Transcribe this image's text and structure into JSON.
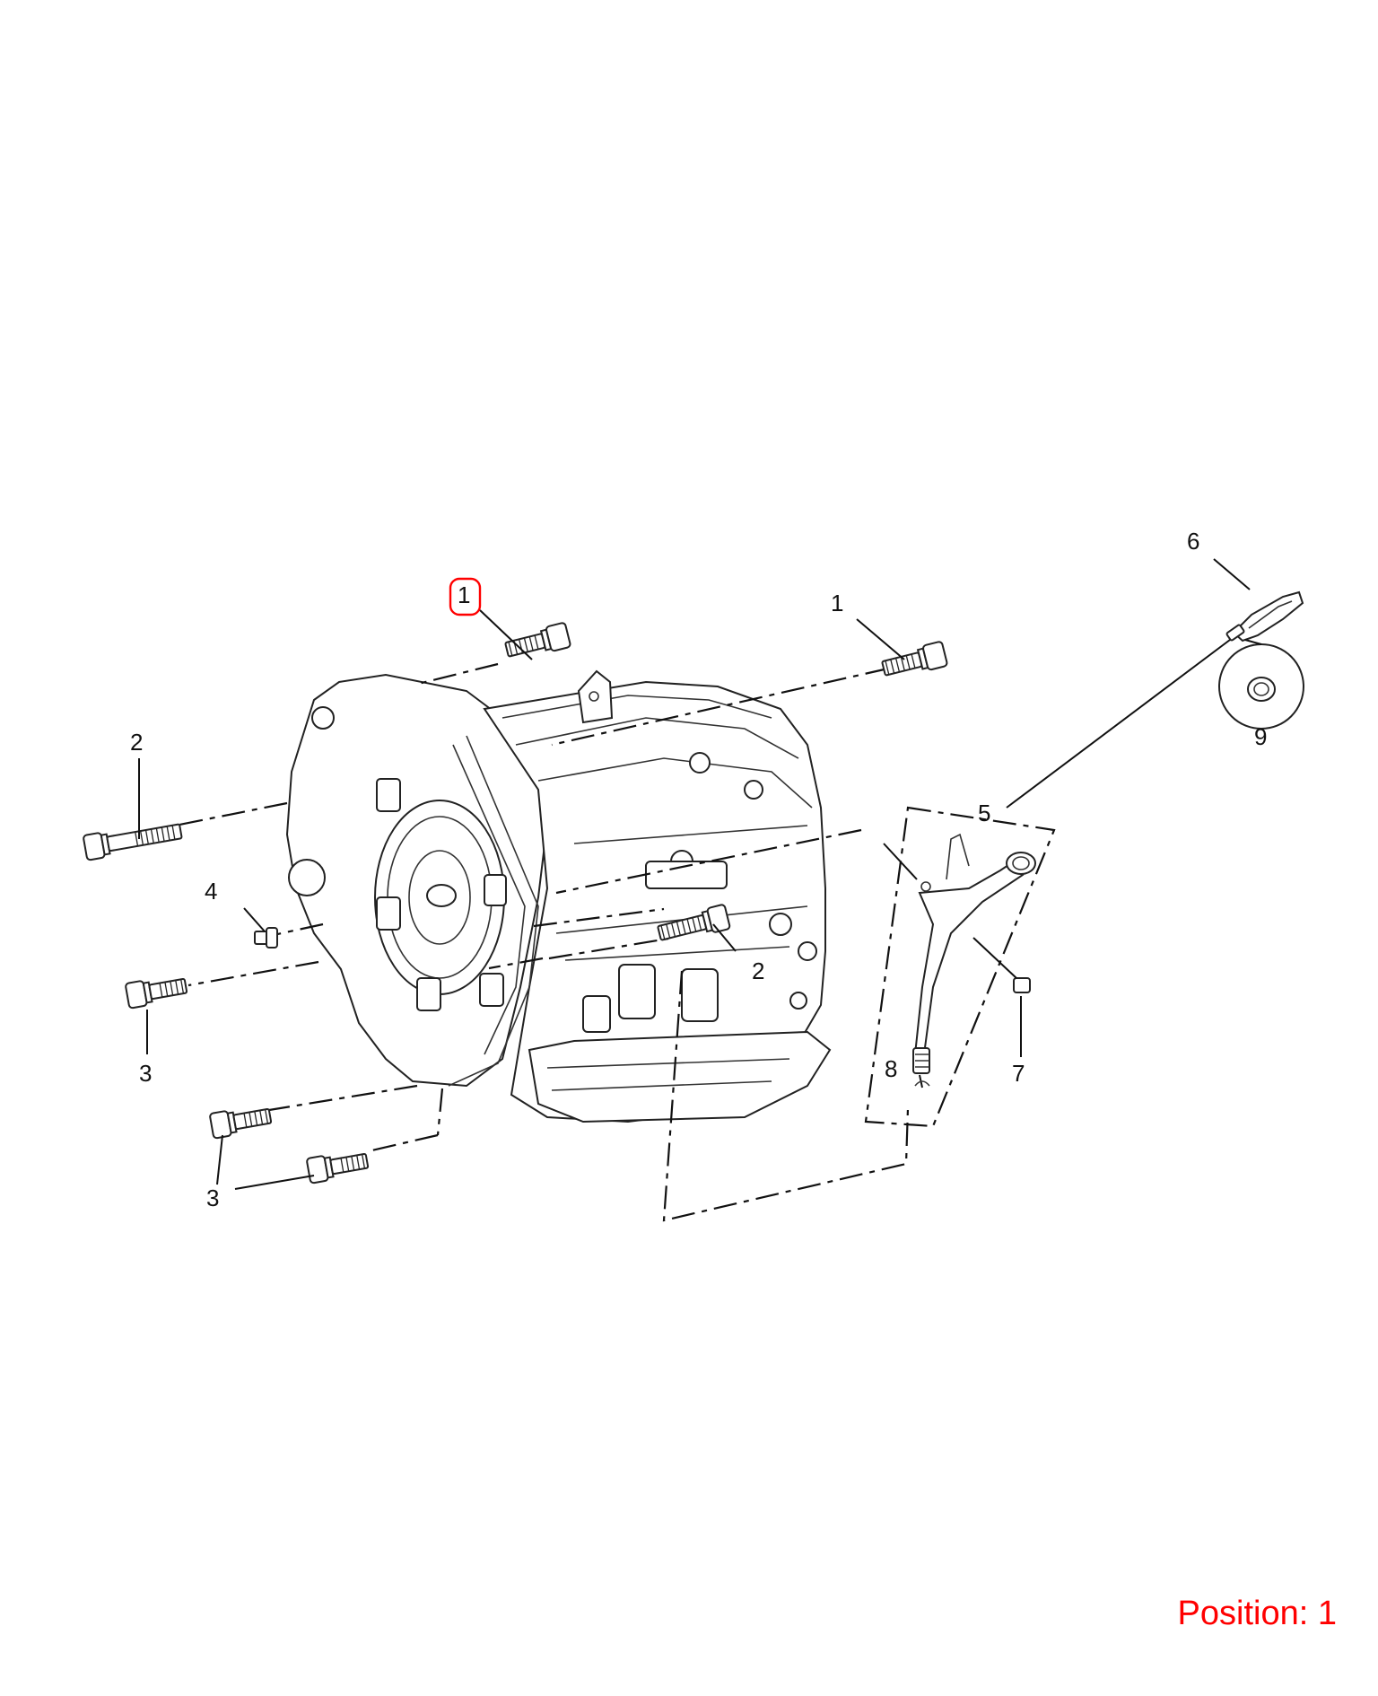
{
  "callouts": {
    "c1_selected": "1",
    "c1_right": "1",
    "c2_left": "2",
    "c2_center": "2",
    "c3_upper": "3",
    "c3_lower": "3",
    "c4": "4",
    "c5": "5",
    "c6": "6",
    "c7": "7",
    "c8": "8",
    "c9": "9"
  },
  "position": {
    "label": "Position:",
    "value": "1"
  },
  "selected_callout": "1",
  "colors": {
    "highlight": "#ff0000",
    "lines": "#111111",
    "background": "#ffffff"
  }
}
